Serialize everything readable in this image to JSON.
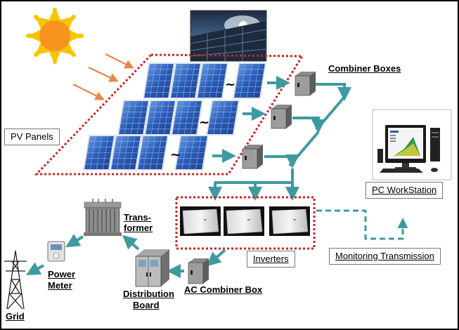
{
  "labels": {
    "combiner_boxes": "Combiner Boxes",
    "pv_panels": "PV Panels",
    "pc_workstation": "PC WorkStation",
    "transformer_1": "Trans-",
    "transformer_2": "former",
    "power_meter_1": "Power",
    "power_meter_2": "Meter",
    "grid": "Grid",
    "distribution_board_1": "Distribution",
    "distribution_board_2": "Board",
    "ac_combiner_box": "AC Combiner Box",
    "inverters": "Inverters",
    "monitoring_transmission": "Monitoring Transmission"
  },
  "colors": {
    "flow_arrow": "#3f9aa0",
    "red_dotted_border": "#cc2222",
    "panel_blue": "#2a5bb8",
    "sun": "#f7931e",
    "sun_ray": "#f7c400",
    "sun_arrow": "#e8874a"
  }
}
